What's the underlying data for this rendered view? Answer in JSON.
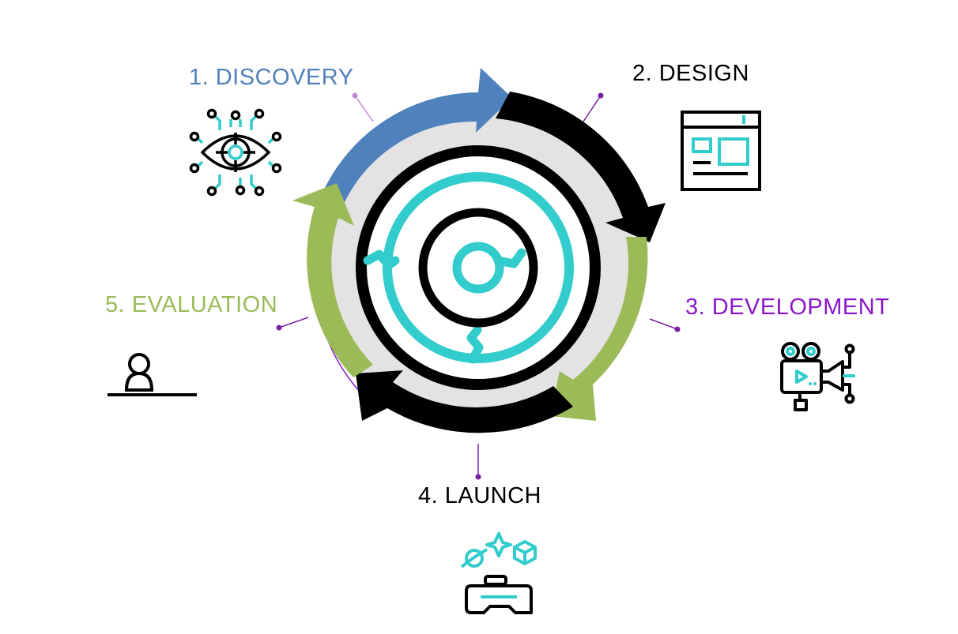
{
  "stages": [
    {
      "label": "1. DISCOVERY",
      "color": "#4f81bd",
      "icon": "eye-circuit-icon"
    },
    {
      "label": "2. DESIGN",
      "color": "#000000",
      "icon": "web-layout-icon"
    },
    {
      "label": "3. DEVELOPMENT",
      "color": "#8a17c9",
      "icon": "video-camera-icon"
    },
    {
      "label": "4. LAUNCH",
      "color": "#000000",
      "icon": "vr-headset-icon"
    },
    {
      "label": "5. EVALUATION",
      "color": "#9bbb59",
      "icon": "user-on-line-icon"
    }
  ],
  "colors": {
    "blue_arrow": "#4f81bd",
    "black_arrow": "#000000",
    "green_arrow": "#9bbb59",
    "accent_teal": "#33cccc",
    "connector_purple": "#7b1fa2",
    "ring_gray": "#e3e3e3"
  },
  "center_icon": "maze-icon"
}
